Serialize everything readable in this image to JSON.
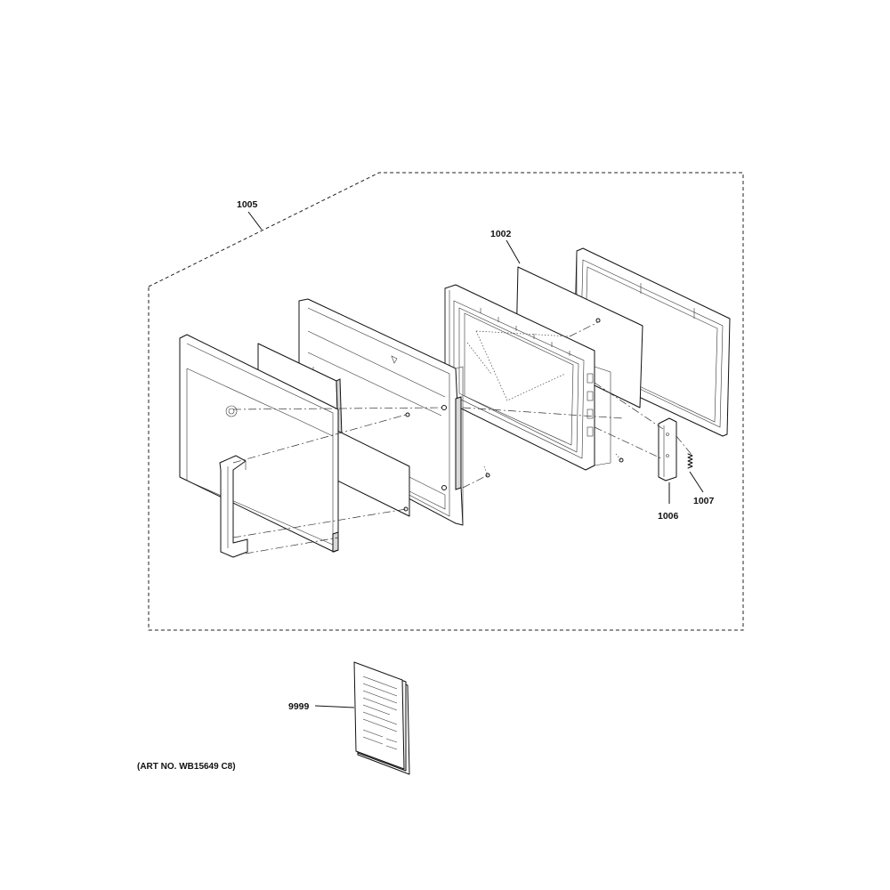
{
  "diagram": {
    "callouts": {
      "door_assembly": "1005",
      "choke_cover": "1002",
      "hinge": "1006",
      "spring": "1007",
      "literature": "9999"
    },
    "art_number": "(ART NO. WB15649 C8)"
  }
}
